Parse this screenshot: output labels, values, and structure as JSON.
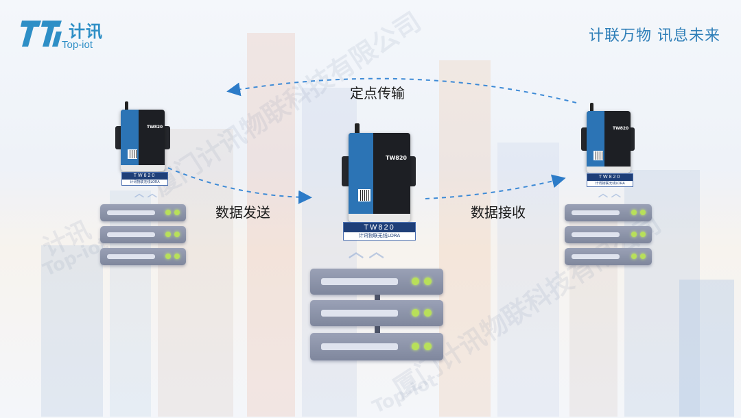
{
  "brand": {
    "logo_text_cn": "计讯",
    "logo_text_en": "Top-iot",
    "slogan": "计联万物 讯息未来",
    "accent_color": "#2e8fc6"
  },
  "watermark": {
    "company": "厦门计讯物联科技有限公司",
    "brand_cn": "计讯",
    "brand_en": "Top-iot"
  },
  "flow": {
    "send_label": "数据发送",
    "receive_label": "数据接收",
    "timed_label": "定点传输",
    "arrow_color": "#2c7bc8"
  },
  "devices": [
    {
      "id": "left",
      "model": "TW820",
      "tag_sub": "计讯物联无线LORA"
    },
    {
      "id": "center",
      "model": "TW820",
      "tag_sub": "计讯物联无线LORA"
    },
    {
      "id": "right",
      "model": "TW820",
      "tag_sub": "计讯物联无线LORA"
    }
  ]
}
